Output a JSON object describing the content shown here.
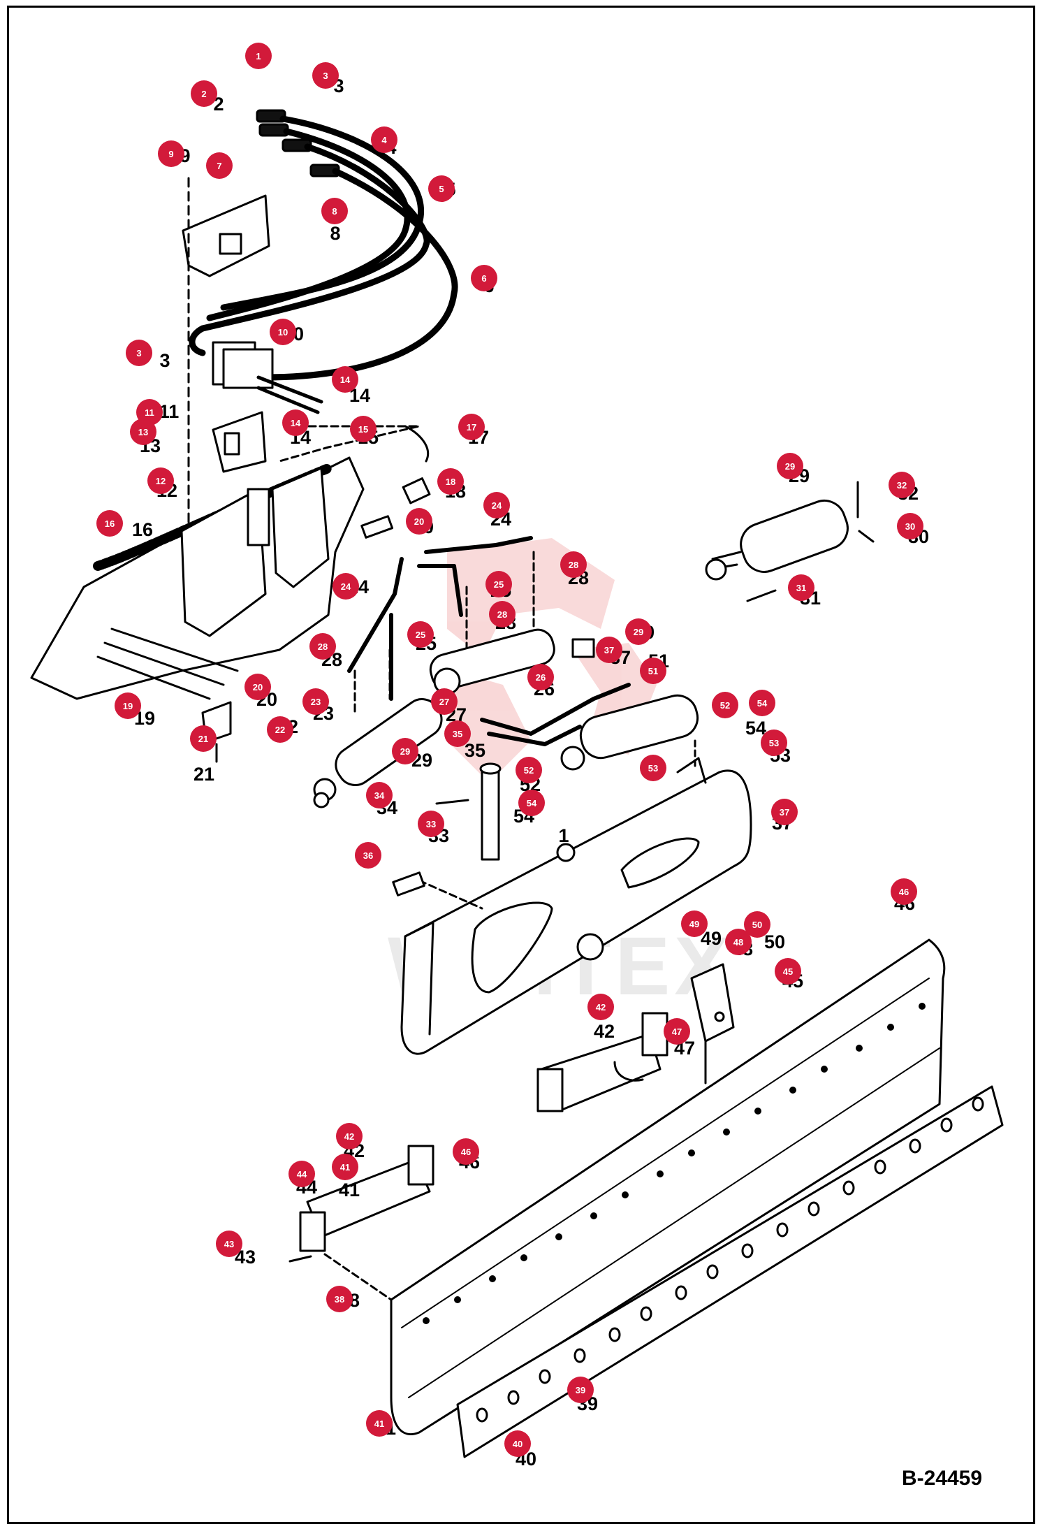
{
  "drawing_ref": "B-24459",
  "watermark_text": "WHITEX",
  "callout_color": "#d21a3a",
  "callouts": [
    {
      "label": "1"
    },
    {
      "label": "2"
    },
    {
      "label": "3"
    },
    {
      "label": "4"
    },
    {
      "label": "5"
    },
    {
      "label": "6"
    },
    {
      "label": "7"
    },
    {
      "label": "8"
    },
    {
      "label": "9"
    },
    {
      "label": "3"
    },
    {
      "label": "10"
    },
    {
      "label": "14"
    },
    {
      "label": "11"
    },
    {
      "label": "13"
    },
    {
      "label": "14"
    },
    {
      "label": "15"
    },
    {
      "label": "17"
    },
    {
      "label": "12"
    },
    {
      "label": "18"
    },
    {
      "label": "16"
    },
    {
      "label": "20"
    },
    {
      "label": "24"
    },
    {
      "label": "29"
    },
    {
      "label": "32"
    },
    {
      "label": "30"
    },
    {
      "label": "28"
    },
    {
      "label": "24"
    },
    {
      "label": "25"
    },
    {
      "label": "28"
    },
    {
      "label": "31"
    },
    {
      "label": "28"
    },
    {
      "label": "25"
    },
    {
      "label": "29"
    },
    {
      "label": "37"
    },
    {
      "label": "51"
    },
    {
      "label": "26"
    },
    {
      "label": "20"
    },
    {
      "label": "27"
    },
    {
      "label": "19"
    },
    {
      "label": "23"
    },
    {
      "label": "22"
    },
    {
      "label": "35"
    },
    {
      "label": "52"
    },
    {
      "label": "54"
    },
    {
      "label": "29"
    },
    {
      "label": "53"
    },
    {
      "label": "21"
    },
    {
      "label": "52"
    },
    {
      "label": "53"
    },
    {
      "label": "34"
    },
    {
      "label": "54"
    },
    {
      "label": "33"
    },
    {
      "label": "37"
    },
    {
      "label": "36"
    },
    {
      "label": "46"
    },
    {
      "label": "49"
    },
    {
      "label": "50"
    },
    {
      "label": "48"
    },
    {
      "label": "45"
    },
    {
      "label": "42"
    },
    {
      "label": "47"
    },
    {
      "label": "42"
    },
    {
      "label": "46"
    },
    {
      "label": "44"
    },
    {
      "label": "41"
    },
    {
      "label": "43"
    },
    {
      "label": "38"
    },
    {
      "label": "39"
    },
    {
      "label": "41"
    },
    {
      "label": "40"
    }
  ],
  "plain_labels": [
    {
      "label": "2"
    },
    {
      "label": "3"
    },
    {
      "label": "4"
    },
    {
      "label": "5"
    },
    {
      "label": "6"
    },
    {
      "label": "9"
    },
    {
      "label": "8"
    },
    {
      "label": "10"
    },
    {
      "label": "3"
    },
    {
      "label": "14"
    },
    {
      "label": "14"
    },
    {
      "label": "15"
    },
    {
      "label": "17"
    },
    {
      "label": "11"
    },
    {
      "label": "13"
    },
    {
      "label": "12"
    },
    {
      "label": "18"
    },
    {
      "label": "16"
    },
    {
      "label": "20"
    },
    {
      "label": "24"
    },
    {
      "label": "29"
    },
    {
      "label": "32"
    },
    {
      "label": "30"
    },
    {
      "label": "28"
    },
    {
      "label": "24"
    },
    {
      "label": "25"
    },
    {
      "label": "28"
    },
    {
      "label": "31"
    },
    {
      "label": "29"
    },
    {
      "label": "28"
    },
    {
      "label": "25"
    },
    {
      "label": "37"
    },
    {
      "label": "51"
    },
    {
      "label": "26"
    },
    {
      "label": "27"
    },
    {
      "label": "20"
    },
    {
      "label": "19"
    },
    {
      "label": "23"
    },
    {
      "label": "22"
    },
    {
      "label": "35"
    },
    {
      "label": "54"
    },
    {
      "label": "53"
    },
    {
      "label": "29"
    },
    {
      "label": "21"
    },
    {
      "label": "34"
    },
    {
      "label": "33"
    },
    {
      "label": "37"
    },
    {
      "label": "46"
    },
    {
      "label": "49"
    },
    {
      "label": "48"
    },
    {
      "label": "50"
    },
    {
      "label": "45"
    },
    {
      "label": "42"
    },
    {
      "label": "47"
    },
    {
      "label": "42"
    },
    {
      "label": "46"
    },
    {
      "label": "44"
    },
    {
      "label": "41"
    },
    {
      "label": "43"
    },
    {
      "label": "38"
    },
    {
      "label": "39"
    },
    {
      "label": "40"
    },
    {
      "label": "41"
    },
    {
      "label": "52"
    },
    {
      "label": "54"
    },
    {
      "label": "1"
    }
  ]
}
